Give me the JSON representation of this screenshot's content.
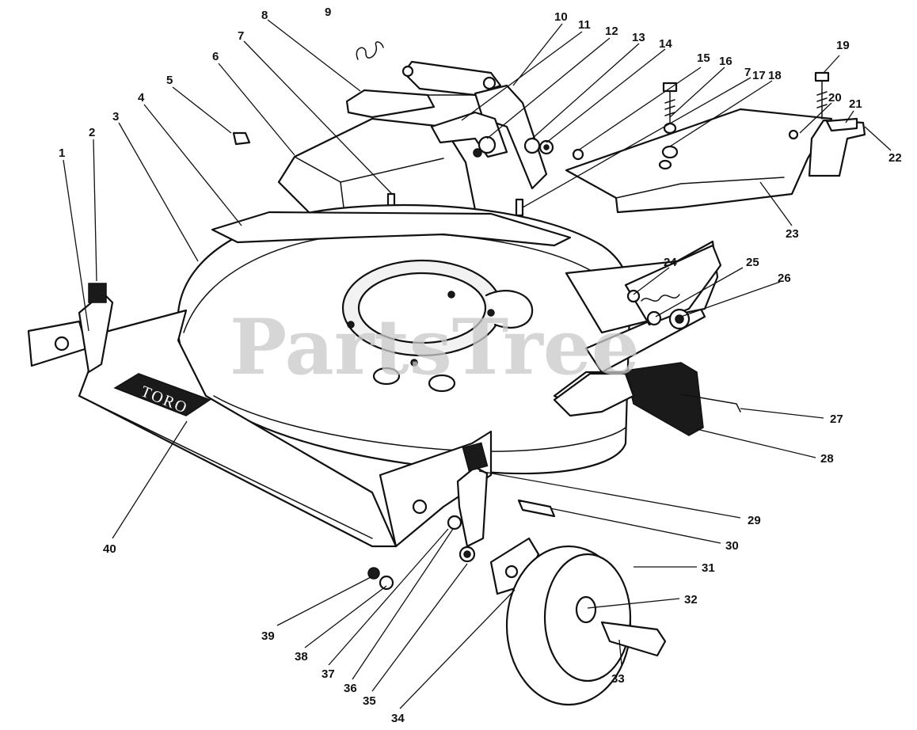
{
  "watermark": "PartsTree",
  "logo": "TORO",
  "callouts": [
    {
      "id": "c1",
      "label": "1"
    },
    {
      "id": "c2",
      "label": "2"
    },
    {
      "id": "c3",
      "label": "3"
    },
    {
      "id": "c4",
      "label": "4"
    },
    {
      "id": "c5",
      "label": "5"
    },
    {
      "id": "c6",
      "label": "6"
    },
    {
      "id": "c7a",
      "label": "7"
    },
    {
      "id": "c8",
      "label": "8"
    },
    {
      "id": "c9",
      "label": "9"
    },
    {
      "id": "c10",
      "label": "10"
    },
    {
      "id": "c11",
      "label": "11"
    },
    {
      "id": "c12",
      "label": "12"
    },
    {
      "id": "c13",
      "label": "13"
    },
    {
      "id": "c14",
      "label": "14"
    },
    {
      "id": "c15",
      "label": "15"
    },
    {
      "id": "c16",
      "label": "16"
    },
    {
      "id": "c7b",
      "label": "7"
    },
    {
      "id": "c17",
      "label": "17"
    },
    {
      "id": "c18",
      "label": "18"
    },
    {
      "id": "c19",
      "label": "19"
    },
    {
      "id": "c20",
      "label": "20"
    },
    {
      "id": "c21",
      "label": "21"
    },
    {
      "id": "c22",
      "label": "22"
    },
    {
      "id": "c23",
      "label": "23"
    },
    {
      "id": "c24",
      "label": "24"
    },
    {
      "id": "c25",
      "label": "25"
    },
    {
      "id": "c26",
      "label": "26"
    },
    {
      "id": "c27",
      "label": "27"
    },
    {
      "id": "c28",
      "label": "28"
    },
    {
      "id": "c29",
      "label": "29"
    },
    {
      "id": "c30",
      "label": "30"
    },
    {
      "id": "c31",
      "label": "31"
    },
    {
      "id": "c32",
      "label": "32"
    },
    {
      "id": "c33",
      "label": "33"
    },
    {
      "id": "c34",
      "label": "34"
    },
    {
      "id": "c35",
      "label": "35"
    },
    {
      "id": "c36",
      "label": "36"
    },
    {
      "id": "c37",
      "label": "37"
    },
    {
      "id": "c38",
      "label": "38"
    },
    {
      "id": "c39",
      "label": "39"
    },
    {
      "id": "c40",
      "label": "40"
    }
  ]
}
